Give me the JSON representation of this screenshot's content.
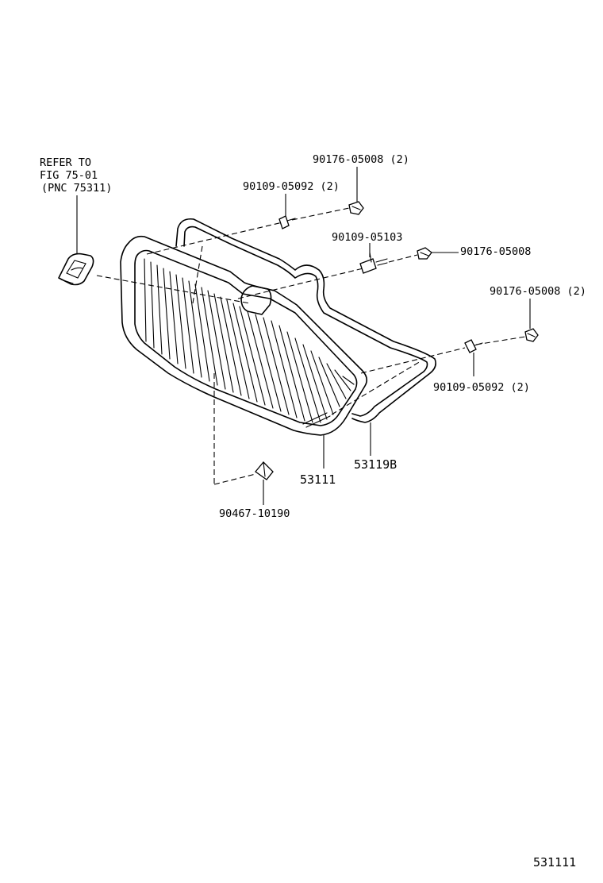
{
  "diagram": {
    "page_code": "531111",
    "reference_note": {
      "line1": "REFER TO",
      "line2": "FIG 75-01",
      "line3": "(PNC 75311)"
    },
    "callouts": {
      "c1": "90176-05008 (2)",
      "c2": "90109-05092 (2)",
      "c3": "90109-05103",
      "c4": "90176-05008",
      "c5": "90176-05008 (2)",
      "c6": "90109-05092 (2)",
      "c7": "53111",
      "c8": "53119B",
      "c9": "90467-10190"
    }
  }
}
